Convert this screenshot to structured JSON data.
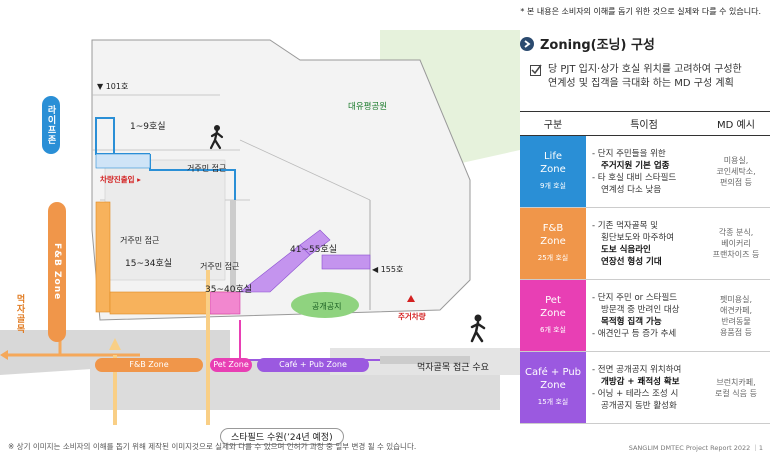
{
  "top_note": "* 본 내용은 소비자의 이해를 돕기 위한 것으로 실제와 다를 수 있습니다.",
  "footnote": "※ 상기 이미지는 소비자의 이해를 돕기 위해 제작된 이미지것으로 실제와 다를 수 있으며 인허가 과정 중 일부 변경 될 수 있습니다.",
  "footer_right": "SANGLIM DMTEC Project Report 2022 ｜1",
  "map": {
    "unit_101": "▼ 101호",
    "life_pill": "라이프존",
    "park": "대유평공원",
    "units_1_9": "1~9호실",
    "vehicle_entrance": "차량진출입 ▸",
    "resident_access_1": "거주민 접근",
    "fb_pill": "F&B Zone",
    "resident_access_2": "거주민 접근",
    "units_15_34": "15~34호실",
    "resident_access_3": "거주민 접근",
    "units_35_40": "35~40호실",
    "units_41_55": "41~55호실",
    "unit_155": "◀ 155호",
    "public_space": "공개공지",
    "parking": "주거차량",
    "food_alley_side": "먹자골목",
    "zone_fb": "F&B Zone",
    "zone_pet": "Pet Zone",
    "zone_cafe": "Café + Pub Zone",
    "food_alley_demand": "먹자골목 접근 수요",
    "starfield": "스타필드 수원(’24년 예정)"
  },
  "panel": {
    "title": "Zoning(조닝) 구성",
    "subtitle_line1": "당 PJT 입지·상가 호실 위치를 고려하여 구성한",
    "subtitle_line2": "연계성 및 집객을 극대화 하는 MD 구성 계획"
  },
  "table": {
    "headers": [
      "구분",
      "특이점",
      "MD 예시"
    ],
    "rows": [
      {
        "zone_line1": "Life",
        "zone_line2": "Zone",
        "count": "9개 호실",
        "color": "#2a8fd6",
        "f1": "- 단지 주민들을 위한",
        "f2": "주거지원 기본 업종",
        "f3": "- 타 호실 대비 스타필드",
        "f4": "연계성 다소 낮음",
        "md1": "미용실,",
        "md2": "코인세탁소,",
        "md3": "편의점 등"
      },
      {
        "zone_line1": "F&B",
        "zone_line2": "Zone",
        "count": "25개 호실",
        "color": "#f0964a",
        "f1": "- 기존 먹자골목 및",
        "f2": "횡단보도와 마주하여",
        "f3": "도보 식음라인",
        "f4": "연장선 형성 기대",
        "md1": "각종 분식,",
        "md2": "베이커리",
        "md3": "프랜차이즈 등"
      },
      {
        "zone_line1": "Pet",
        "zone_line2": "Zone",
        "count": "6개 호실",
        "color": "#e83fb4",
        "f1": "- 단지 주민 or 스타필드",
        "f2": "방문객 중 반려인 대상",
        "f3": "목적형 집객 가능",
        "f4": "- 애견인구 등 증가 추세",
        "md1": "펫미용실,",
        "md2": "애견카페,",
        "md3": "반려동물",
        "md4": "용품점 등"
      },
      {
        "zone_line1": "Café + Pub",
        "zone_line2": "Zone",
        "count": "15개 호실",
        "color": "#9b59e0",
        "f1": "- 전면 공개공지 위치하여",
        "f2": "개방감 + 쾌적성 확보",
        "f3": "- 어닝 + 테라스 조성 시",
        "f4": "공개공지 동반 활성화",
        "md1": "브런치카페,",
        "md2": "로컬 식음 등"
      }
    ]
  },
  "colors": {
    "life": "#2a8fd6",
    "fb": "#f0964a",
    "pet": "#e83fb4",
    "cafe": "#9b59e0",
    "park": "#2ea043"
  }
}
